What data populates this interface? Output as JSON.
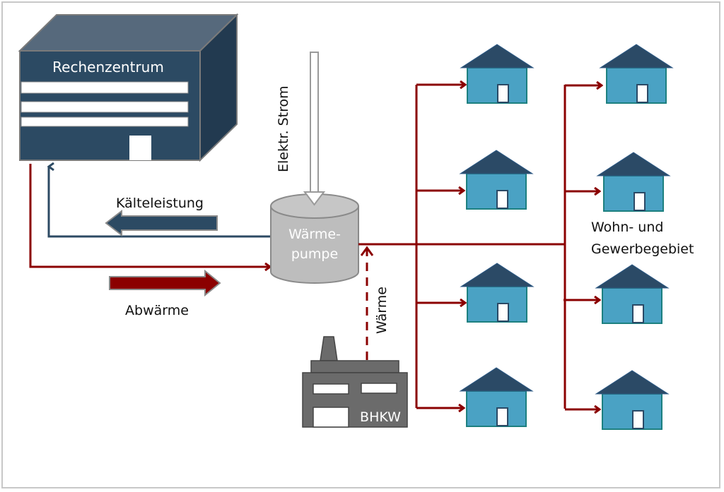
{
  "colors": {
    "navy": "#2c4a63",
    "navy_top": "#4f6478",
    "navy_side": "#223a50",
    "heat_red": "#8b0000",
    "pump_gray": "#bdbdbd",
    "bhkw_gray": "#6b6b6b",
    "house_body": "#4aa2c4",
    "house_roof": "#2b4a66",
    "house_outline": "#1d8080"
  },
  "labels": {
    "datacenter": "Rechenzentrum",
    "power": "Elektr. Strom",
    "cooling": "Kälteleistung",
    "waste_heat": "Abwärme",
    "heat_pump_line1": "Wärme-",
    "heat_pump_line2": "pumpe",
    "heat": "Wärme",
    "chp": "BHKW",
    "district_line1": "Wohn- und",
    "district_line2": "Gewerbegebiet"
  },
  "nodes": [
    {
      "id": "datacenter",
      "label": "Rechenzentrum",
      "icon": "server-building"
    },
    {
      "id": "heat-pump",
      "label": "Wärmepumpe",
      "icon": "cylinder-tank"
    },
    {
      "id": "chp",
      "label": "BHKW",
      "icon": "factory"
    },
    {
      "id": "district",
      "label": "Wohn- und Gewerbegebiet",
      "icon": "house",
      "house_count": 8
    }
  ],
  "edges": [
    {
      "from": "power",
      "to": "heat-pump",
      "label": "Elektr. Strom",
      "style": "solid-hollow"
    },
    {
      "from": "heat-pump",
      "to": "datacenter",
      "label": "Kälteleistung",
      "style": "solid-navy"
    },
    {
      "from": "datacenter",
      "to": "heat-pump",
      "label": "Abwärme",
      "style": "solid-red"
    },
    {
      "from": "chp",
      "to": "heat-pump",
      "label": "Wärme",
      "style": "dashed-red"
    },
    {
      "from": "heat-pump",
      "to": "district",
      "label": "",
      "style": "solid-red"
    }
  ]
}
